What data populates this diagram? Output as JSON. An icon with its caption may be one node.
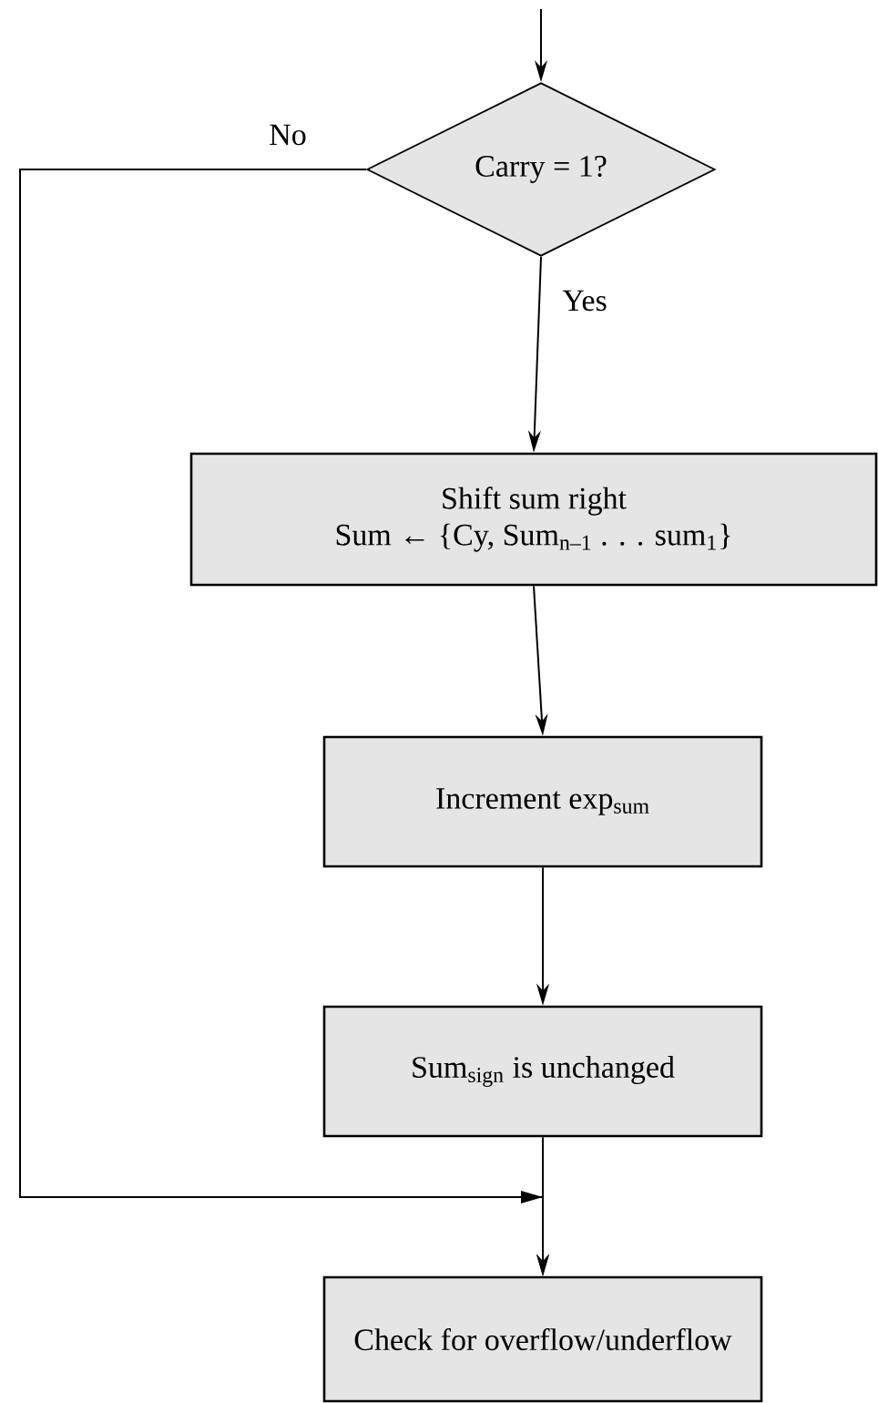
{
  "diagram": {
    "nodes": [
      {
        "text": [
          "Carry = 1?"
        ]
      },
      {
        "text": [
          "Shift sum right",
          "Sum ← {Cy, Sum$_{n–1}$ . . . sum$_{1}$}"
        ]
      },
      {
        "text": [
          "Increment exp$_{sum}$"
        ]
      },
      {
        "text": [
          "Sum$_{sign}$ is unchanged"
        ]
      },
      {
        "text": [
          "Check for overflow/underflow"
        ]
      }
    ],
    "edges": [
      {
        "from": null,
        "to": 0,
        "arrow": "to"
      },
      {
        "from": 0,
        "to": 1,
        "arrow": "to",
        "label": "Yes"
      },
      {
        "from": 1,
        "to": 2,
        "arrow": "to"
      },
      {
        "from": 2,
        "to": 3,
        "arrow": "to"
      },
      {
        "from": 0,
        "to": 4,
        "arrow": "to",
        "label": "No"
      },
      {
        "from": 3,
        "to": 4,
        "arrow": "to"
      }
    ]
  }
}
